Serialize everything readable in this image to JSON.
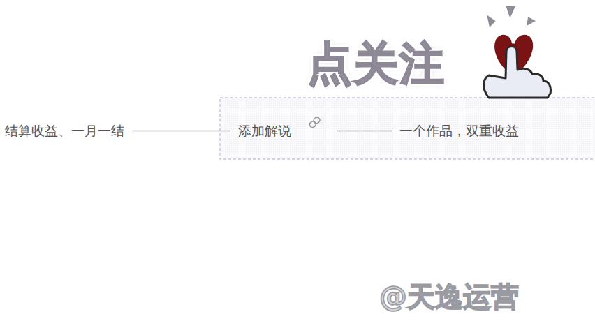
{
  "diagram": {
    "nodes": [
      {
        "text": [
          "结算收益、一月一结"
        ]
      },
      {
        "text": [
          "添加解说"
        ]
      },
      {
        "text": [
          "一个作品，双重收益"
        ]
      }
    ],
    "edges": [
      {
        "from": 0,
        "to": 1,
        "arrow": "none"
      },
      {
        "from": 1,
        "to": 2,
        "arrow": "none"
      }
    ],
    "labels": [
      "点关注",
      "@天逸运营"
    ]
  }
}
